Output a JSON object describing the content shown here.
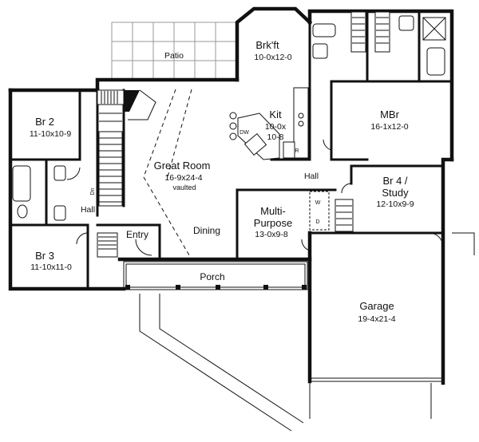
{
  "rooms": {
    "brkft": {
      "name": "Brk'ft",
      "dims": "10-0x12-0"
    },
    "patio": {
      "name": "Patio"
    },
    "kit": {
      "name": "Kit",
      "dims1": "10-0x",
      "dims2": "10-8"
    },
    "mbr": {
      "name": "MBr",
      "dims": "16-1x12-0"
    },
    "br2": {
      "name": "Br 2",
      "dims": "11-10x10-9"
    },
    "great_room": {
      "name": "Great Room",
      "dims": "16-9x24-4",
      "note": "vaulted"
    },
    "hall_left": {
      "name": "Hall"
    },
    "hall_right": {
      "name": "Hall"
    },
    "br4": {
      "name1": "Br 4 /",
      "name2": "Study",
      "dims": "12-10x9-9"
    },
    "multi": {
      "name1": "Multi-",
      "name2": "Purpose",
      "dims": "13-0x9-8"
    },
    "dining": {
      "name": "Dining"
    },
    "entry": {
      "name": "Entry"
    },
    "br3": {
      "name": "Br 3",
      "dims": "11-10x11-0"
    },
    "porch": {
      "name": "Porch"
    },
    "garage": {
      "name": "Garage",
      "dims": "19-4x21-4"
    }
  },
  "fixtures": {
    "dishwasher": "DW",
    "refrigerator": "R",
    "washer": "W",
    "dryer": "D",
    "stair_dn": "Dn"
  }
}
